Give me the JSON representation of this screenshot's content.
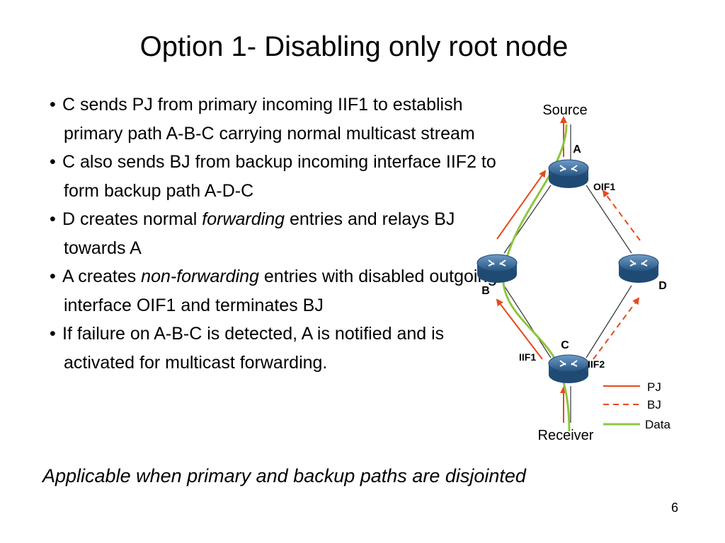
{
  "slide": {
    "title": "Option 1- Disabling only root node",
    "footer": "Applicable when primary and backup paths are disjointed",
    "page_number": "6"
  },
  "bullets": [
    {
      "text": "C sends PJ from primary incoming IIF1 to establish primary path A-B-C carrying normal multicast stream"
    },
    {
      "text": "C also sends BJ from backup incoming interface IIF2 to form backup path A-D-C"
    },
    {
      "pre": "D creates normal ",
      "em": "forwarding",
      "post": " entries and relays BJ towards A"
    },
    {
      "pre": "A creates ",
      "em": "non-forwarding",
      "post": " entries with disabled outgoing interface OIF1 and terminates BJ"
    },
    {
      "text": "If failure on A-B-C is detected, A is notified and is activated for multicast forwarding."
    }
  ],
  "diagram": {
    "source_label": "Source",
    "receiver_label": "Receiver",
    "nodes": {
      "a": "A",
      "b": "B",
      "c": "C",
      "d": "D"
    },
    "interfaces": {
      "oif1": "OIF1",
      "iif1": "IIF1",
      "iif2": "IIF2"
    },
    "legend": {
      "pj": "PJ",
      "bj": "BJ",
      "data": "Data"
    },
    "colors": {
      "pj": "#e8491d",
      "bj": "#e8491d",
      "data": "#8cc63f",
      "router": "#2f5f8f",
      "link": "#333333"
    }
  }
}
